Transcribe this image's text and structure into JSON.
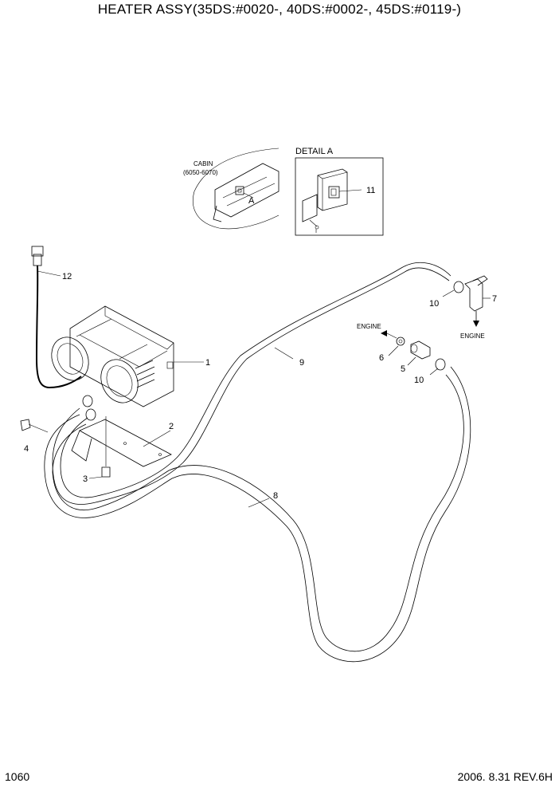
{
  "title": "HEATER ASSY(35DS:#0020-, 40DS:#0002-, 45DS:#0119-)",
  "page_number": "1060",
  "revision": "2006. 8.31 REV.6H",
  "cabin_label": {
    "line1": "CABIN",
    "line2": "(6050-6070)",
    "letter": "A"
  },
  "detail_label": "DETAIL A",
  "engine_labels": {
    "upper": "ENGINE",
    "lower": "ENGINE"
  },
  "callouts": {
    "c1": "1",
    "c2": "2",
    "c3": "3",
    "c4": "4",
    "c5": "5",
    "c6": "6",
    "c7": "7",
    "c8": "8",
    "c9": "9",
    "c10a": "10",
    "c10b": "10",
    "c11": "11",
    "c12": "12"
  }
}
